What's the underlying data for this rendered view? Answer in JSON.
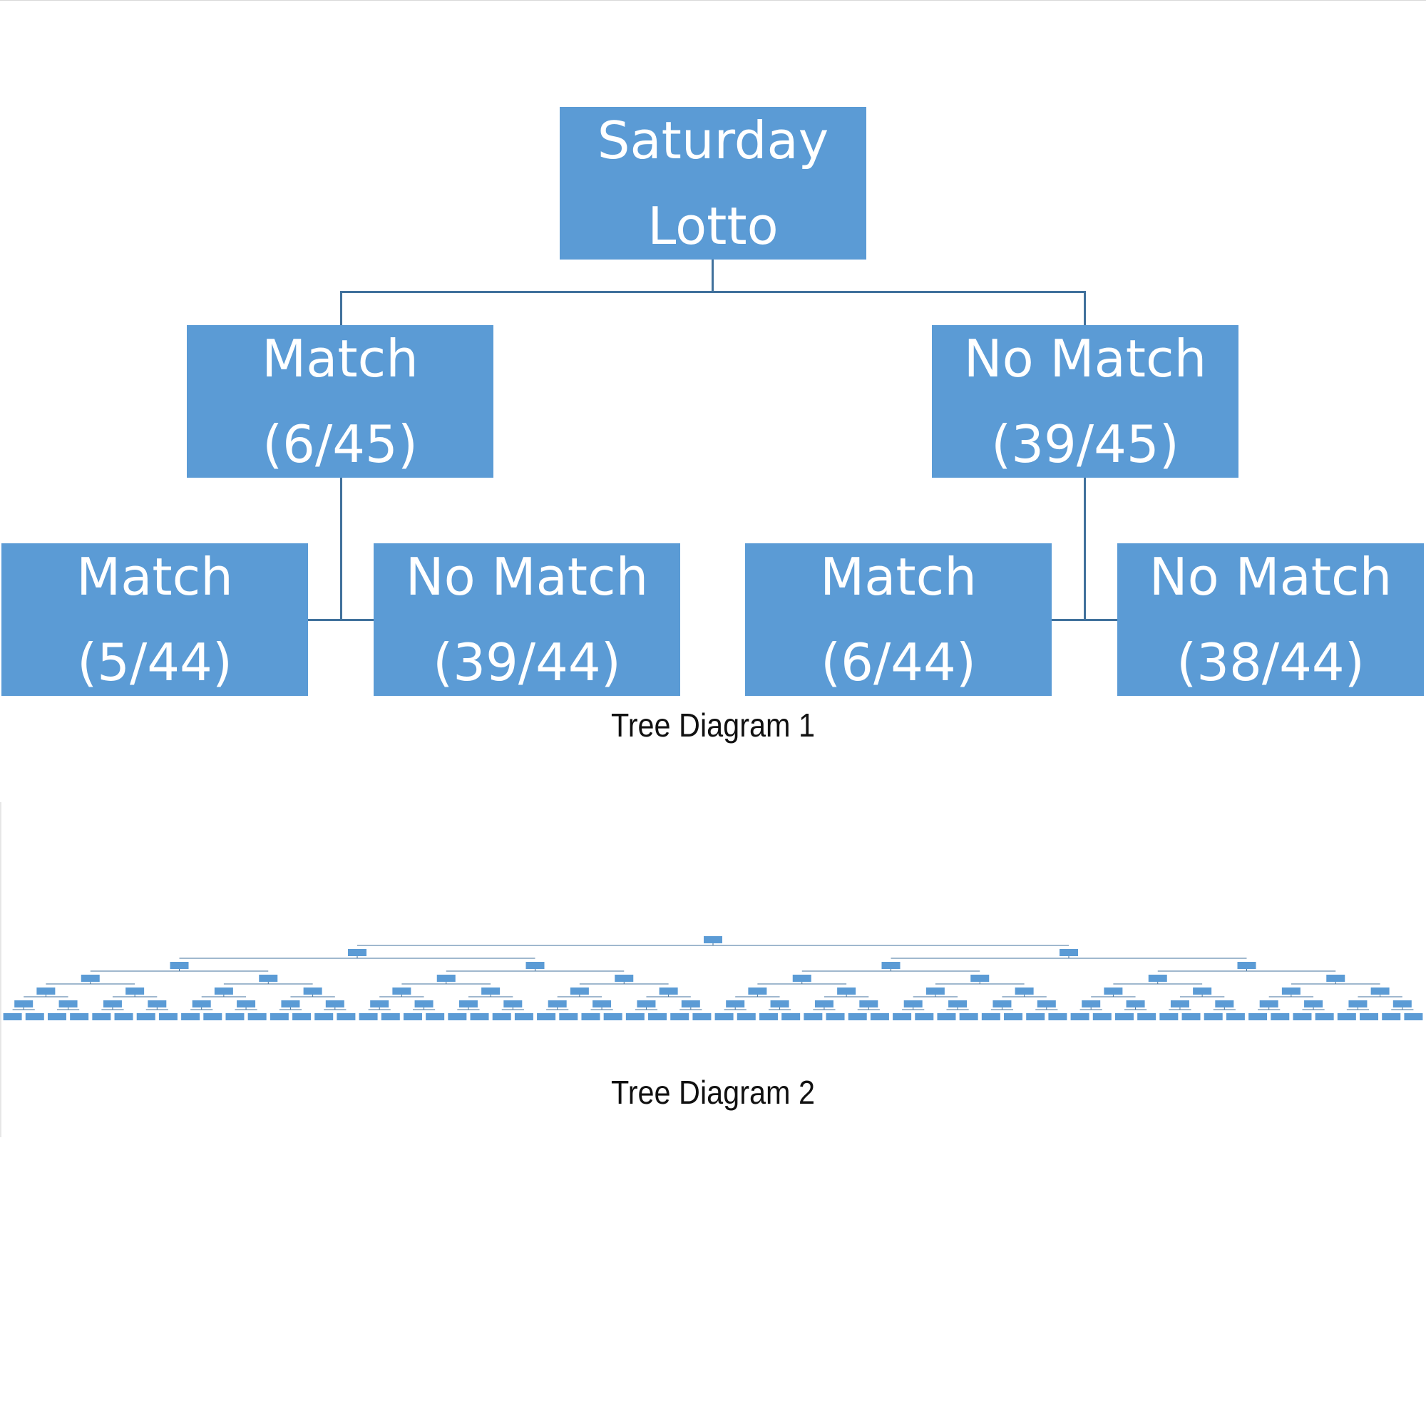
{
  "tree1": {
    "root": {
      "line1": "Saturday",
      "line2": "Lotto"
    },
    "level1": [
      {
        "line1": "Match",
        "line2": "(6/45)"
      },
      {
        "line1": "No Match",
        "line2": "(39/45)"
      }
    ],
    "level2": [
      {
        "line1": "Match",
        "line2": "(5/44)"
      },
      {
        "line1": "No Match",
        "line2": "(39/44)"
      },
      {
        "line1": "Match",
        "line2": "(6/44)"
      },
      {
        "line1": "No Match",
        "line2": "(38/44)"
      }
    ],
    "caption": "Tree Diagram 1"
  },
  "tree2": {
    "levels": 7,
    "caption": "Tree Diagram 2"
  },
  "colors": {
    "node": "#5b9bd5",
    "line": "#41719c",
    "text": "#ffffff",
    "caption": "#111111"
  }
}
